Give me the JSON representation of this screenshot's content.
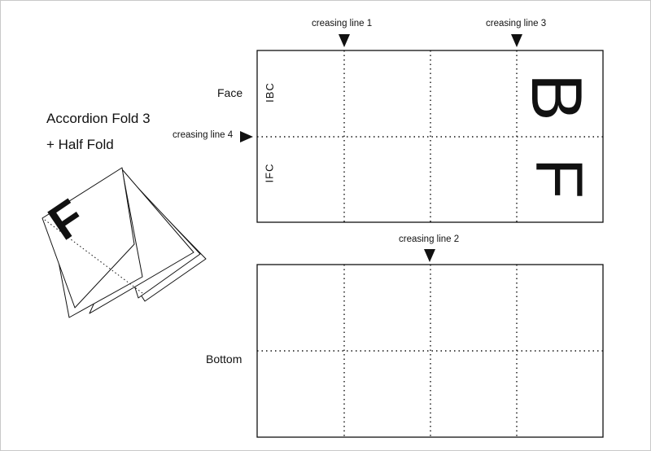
{
  "title_line1": "Accordion Fold 3",
  "title_line2": "+ Half Fold",
  "face_label": "Face",
  "bottom_label": "Bottom",
  "creasing_lines": [
    "creasing  line 1",
    "creasing  line 2",
    "creasing  line 3",
    "creasing  line 4"
  ],
  "panel_labels": {
    "ibc": "IBC",
    "ifc": "IFC"
  },
  "big_letters": {
    "b": "B",
    "f": "F",
    "sketch_f": "F"
  }
}
